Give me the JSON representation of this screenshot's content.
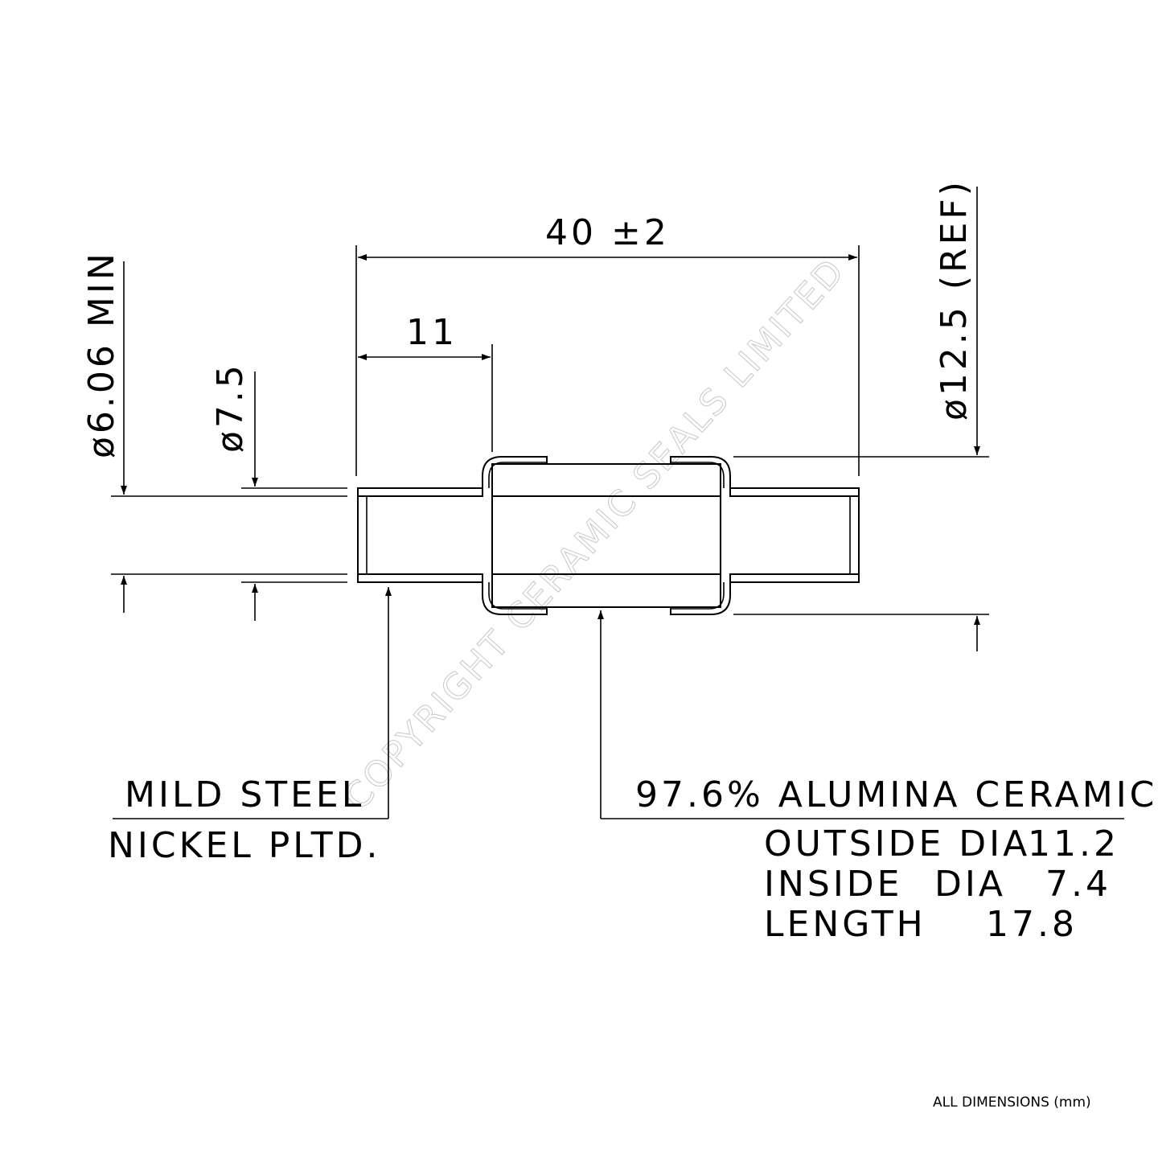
{
  "dimensions": {
    "overall_length": "40 ±2",
    "end_length": "11",
    "bore_min": "ø6.06 MIN",
    "tube_od": "ø7.5",
    "flange_od": "ø12.5 (REF)"
  },
  "callouts": {
    "tube_material_line1": "MILD STEEL",
    "tube_material_line2": "NICKEL PLTD.",
    "ceramic_material": "97.6% ALUMINA CERAMIC",
    "ceramic_specs": [
      {
        "label": "OUTSIDE DIA",
        "value": "11.2"
      },
      {
        "label": "INSIDE  DIA",
        "value": "7.4"
      },
      {
        "label": "LENGTH",
        "value": "17.8"
      }
    ]
  },
  "watermark": "COPYRIGHT CERAMIC SEALS LIMITED",
  "footer_note": "ALL DIMENSIONS (mm)",
  "colors": {
    "ink": "#000000",
    "background": "#ffffff",
    "watermark": "#c8c8c8"
  }
}
